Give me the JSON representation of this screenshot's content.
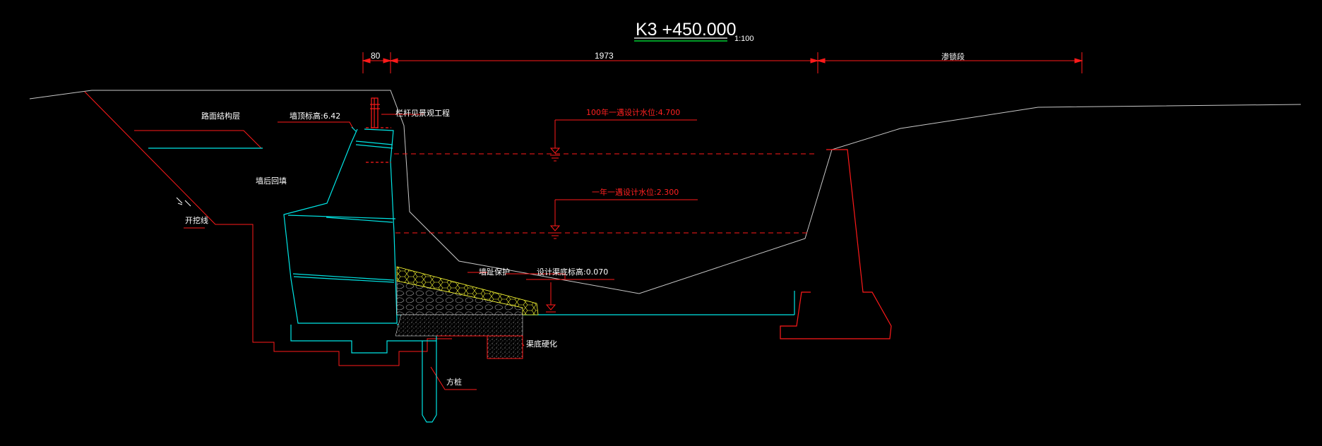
{
  "drawing": {
    "station": "K3 +450.000",
    "scale": "1:100",
    "dimensions": {
      "left_width": "80",
      "channel_width": "1973",
      "right_label": "渗锁段"
    },
    "labels": {
      "pavement": "路面结构层",
      "wall_top_elevation": "墙顶标高:6.42",
      "railing": "栏杆见景观工程",
      "backfill": "墙后回填",
      "excavation_line": "开挖线",
      "flood_level": "100年一遇设计水位:4.700",
      "normal_level": "一年一遇设计水位:2.300",
      "toe_protection": "墙趾保护",
      "channel_bottom": "设计渠底标高:0.070",
      "channel_harden": "渠底硬化",
      "pile": "方桩"
    },
    "colors": {
      "background": "#000000",
      "wall": "#00e5e5",
      "excavation": "#ff1a1a",
      "ground": "#c8c8c8",
      "water_level": "#ff1a1a",
      "riprap": "#ffff33"
    }
  }
}
